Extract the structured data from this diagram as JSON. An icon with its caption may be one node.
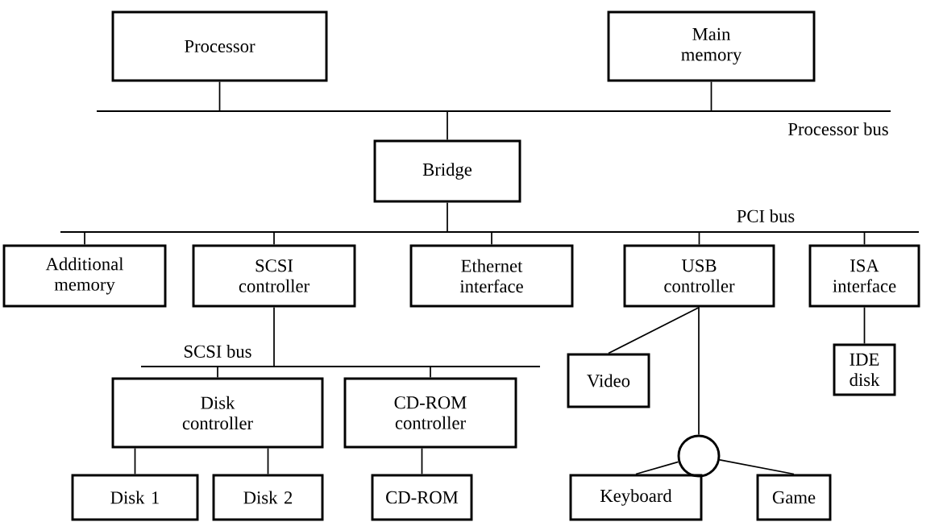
{
  "diagram": {
    "nodes": [
      {
        "text": [
          "Processor"
        ]
      },
      {
        "text": [
          "Main memory"
        ]
      },
      {
        "text": [],
        "shape": "bar",
        "beside": [
          "Processor bus"
        ]
      },
      {
        "text": [
          "Bridge"
        ]
      },
      {
        "text": [],
        "shape": "bar",
        "beside": [
          "PCI bus"
        ]
      },
      {
        "text": [
          "Additional memory"
        ]
      },
      {
        "text": [
          "SCSI controller"
        ]
      },
      {
        "text": [
          "Ethernet interface"
        ]
      },
      {
        "text": [
          "USB controller"
        ]
      },
      {
        "text": [
          "ISA interface"
        ]
      },
      {
        "text": [],
        "shape": "bar",
        "beside": [
          "SCSI bus"
        ]
      },
      {
        "text": [
          "Video"
        ]
      },
      {
        "text": [
          "IDE disk"
        ]
      },
      {
        "text": [
          "Disk controller"
        ]
      },
      {
        "text": [
          "CD-ROM controller"
        ]
      },
      {
        "text": [],
        "shape": "circle"
      },
      {
        "text": [
          "Disk 1"
        ]
      },
      {
        "text": [
          "Disk 2"
        ]
      },
      {
        "text": [
          "CD-ROM"
        ]
      },
      {
        "text": [
          "Keyboard"
        ]
      },
      {
        "text": [
          "Game"
        ]
      }
    ],
    "edges": [
      {
        "from": 0,
        "to": 2,
        "arrow": "none"
      },
      {
        "from": 1,
        "to": 2,
        "arrow": "none"
      },
      {
        "from": 2,
        "to": 3,
        "arrow": "none"
      },
      {
        "from": 3,
        "to": 4,
        "arrow": "none"
      },
      {
        "from": 4,
        "to": 5,
        "arrow": "none"
      },
      {
        "from": 4,
        "to": 6,
        "arrow": "none"
      },
      {
        "from": 4,
        "to": 7,
        "arrow": "none"
      },
      {
        "from": 4,
        "to": 8,
        "arrow": "none"
      },
      {
        "from": 4,
        "to": 9,
        "arrow": "none"
      },
      {
        "from": 6,
        "to": 10,
        "arrow": "none"
      },
      {
        "from": 8,
        "to": 11,
        "arrow": "none"
      },
      {
        "from": 8,
        "to": 15,
        "arrow": "none"
      },
      {
        "from": 9,
        "to": 12,
        "arrow": "none"
      },
      {
        "from": 10,
        "to": 13,
        "arrow": "none"
      },
      {
        "from": 10,
        "to": 14,
        "arrow": "none"
      },
      {
        "from": 13,
        "to": 16,
        "arrow": "none"
      },
      {
        "from": 13,
        "to": 17,
        "arrow": "none"
      },
      {
        "from": 14,
        "to": 18,
        "arrow": "none"
      },
      {
        "from": 15,
        "to": 19,
        "arrow": "none"
      },
      {
        "from": 15,
        "to": 20,
        "arrow": "none"
      }
    ]
  }
}
